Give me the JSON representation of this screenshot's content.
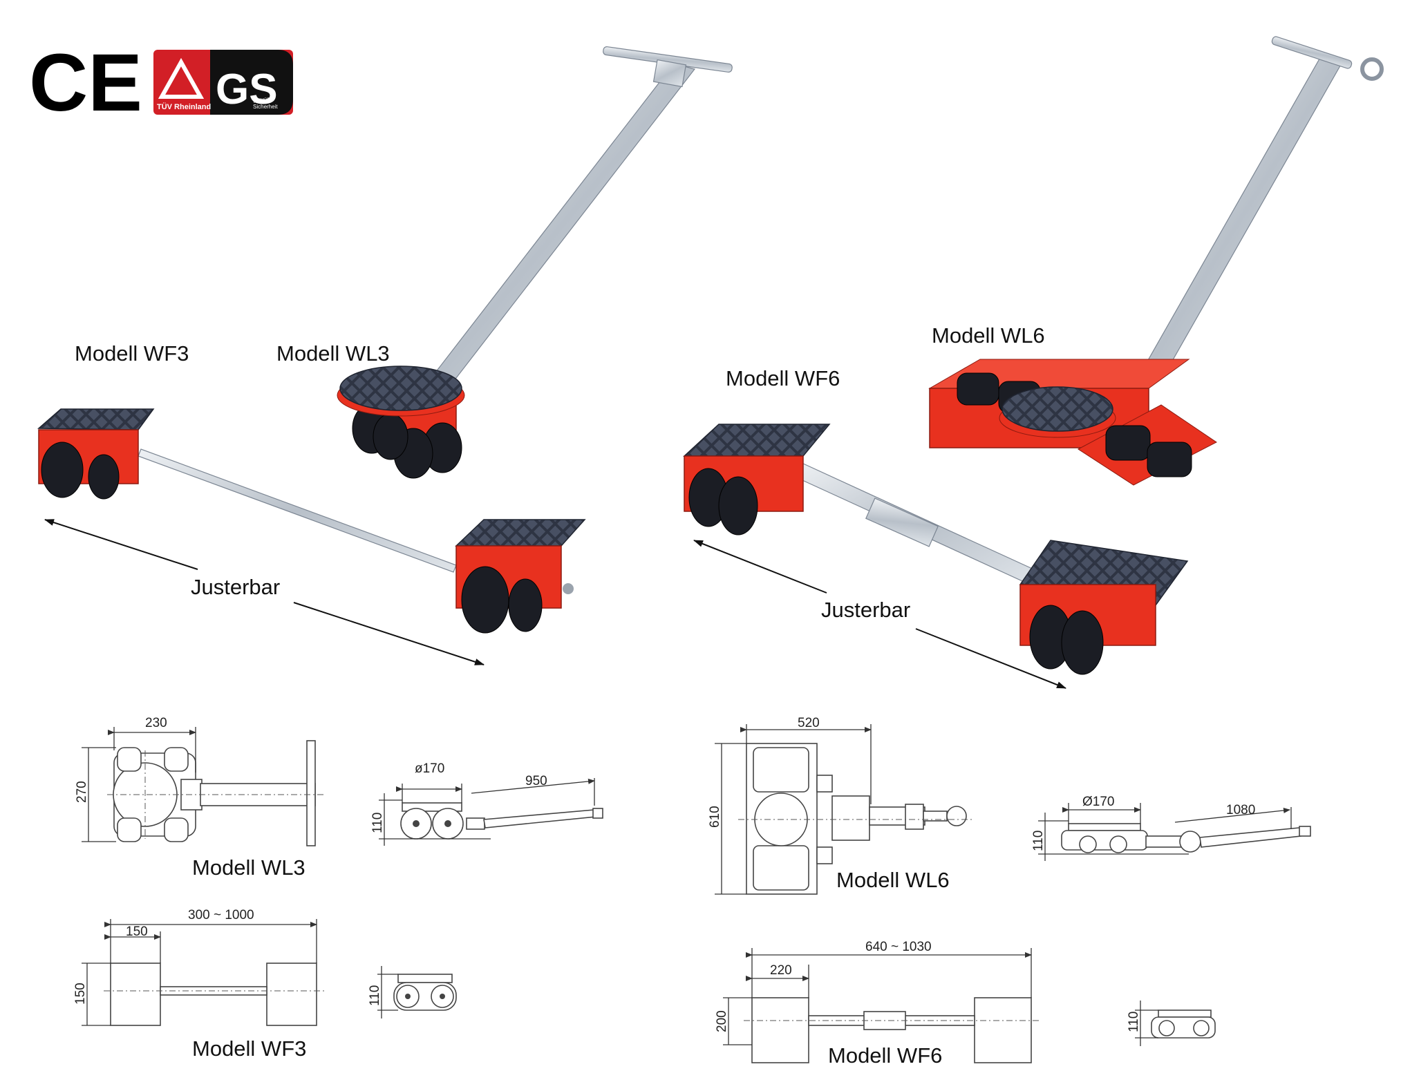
{
  "certifications": {
    "ce_mark": "CE",
    "gs_mark": "GS",
    "tuv_text": "TÜV Rheinland",
    "gs_subtext_1": "geprüfte",
    "gs_subtext_2": "Sicherheit"
  },
  "photos": {
    "wf3_label": "Modell WF3",
    "wl3_label": "Modell WL3",
    "wf6_label": "Modell WF6",
    "wl6_label": "Modell WL6",
    "adjustable_left": "Justerbar",
    "adjustable_right": "Justerbar"
  },
  "drawings": {
    "wl3": {
      "label": "Modell WL3",
      "width": "230",
      "height": "270",
      "diameter": "ø170",
      "handle": "950",
      "side_height": "110"
    },
    "wf3": {
      "label": "Modell WF3",
      "span": "300 ~ 1000",
      "width": "150",
      "height": "150",
      "side_height": "110"
    },
    "wl6": {
      "label": "Modell WL6",
      "width": "520",
      "height": "610",
      "diameter": "Ø170",
      "handle": "1080",
      "side_height": "110"
    },
    "wf6": {
      "label": "Modell WF6",
      "span": "640 ~ 1030",
      "width": "220",
      "height": "200",
      "side_height": "110"
    }
  },
  "colors": {
    "body_red": "#e8311f",
    "tread": "#2b3140",
    "steel": "#c7ced6",
    "cert_red": "#d21f26"
  }
}
